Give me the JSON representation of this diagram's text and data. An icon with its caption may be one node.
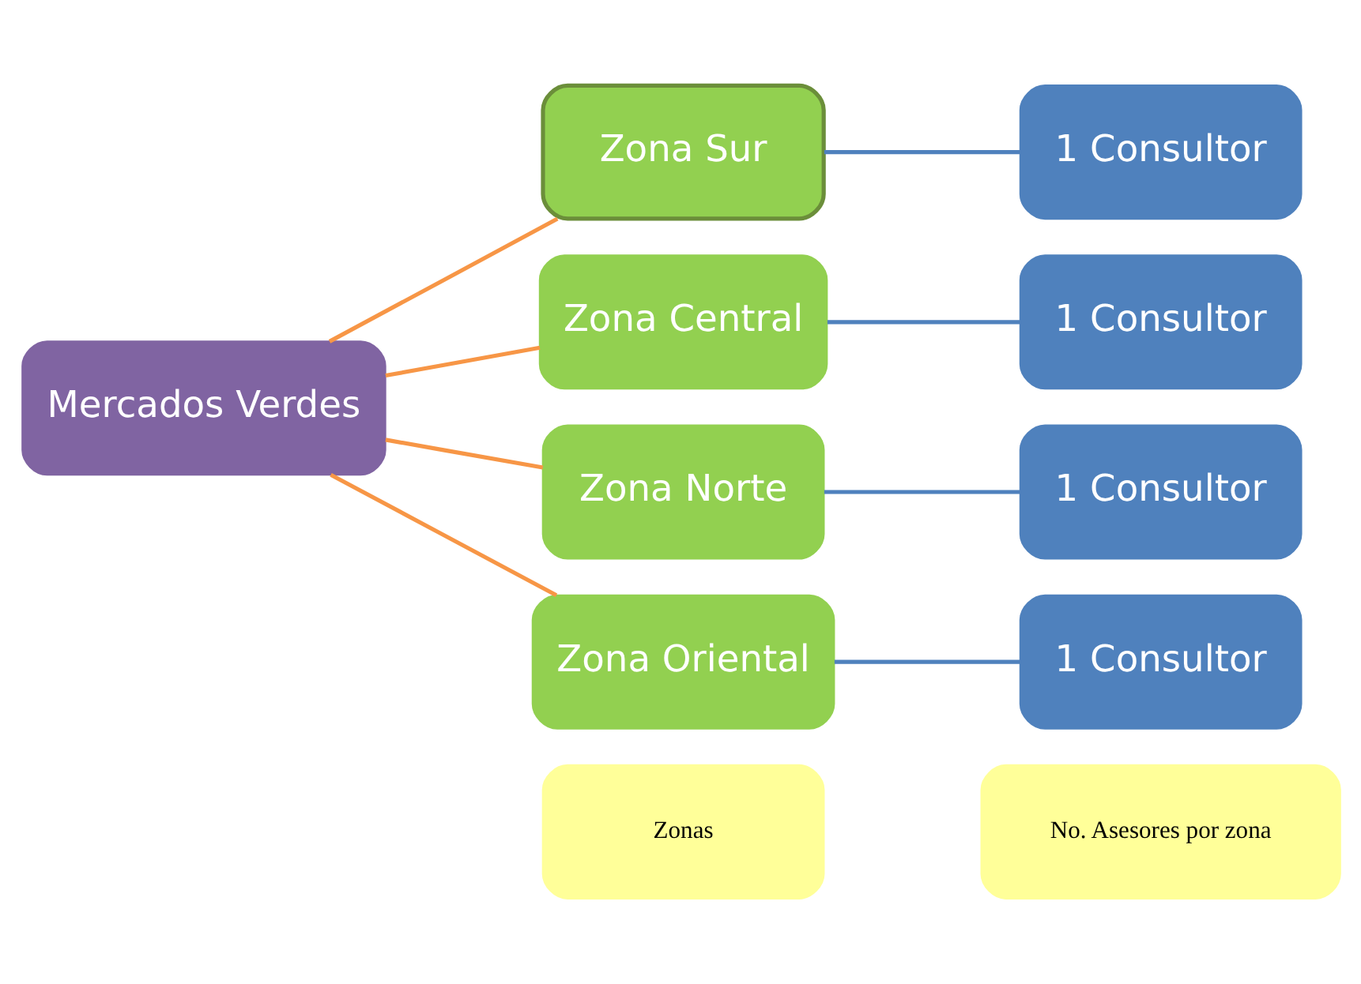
{
  "diagram": {
    "nodes": [
      {
        "text": [
          "Zonas"
        ]
      },
      {
        "text": [
          "No. Asesores por zona"
        ]
      },
      {
        "text": [
          "Mercados Verdes"
        ]
      },
      {
        "text": [
          "Zona Sur"
        ]
      },
      {
        "text": [
          "Zona Central"
        ]
      },
      {
        "text": [
          "Zona Norte"
        ]
      },
      {
        "text": [
          "Zona Oriental"
        ]
      },
      {
        "text": [
          "1 Consultor"
        ]
      },
      {
        "text": [
          "1 Consultor"
        ]
      },
      {
        "text": [
          "1 Consultor"
        ]
      },
      {
        "text": [
          "1 Consultor"
        ]
      }
    ],
    "edges": [
      {
        "from": 2,
        "to": 3,
        "arrow": "none",
        "color": "#f79646"
      },
      {
        "from": 2,
        "to": 4,
        "arrow": "none",
        "color": "#f79646"
      },
      {
        "from": 2,
        "to": 5,
        "arrow": "none",
        "color": "#f79646"
      },
      {
        "from": 2,
        "to": 6,
        "arrow": "none",
        "color": "#f79646"
      },
      {
        "from": 3,
        "to": 7,
        "arrow": "none",
        "color": "#4f81bd"
      },
      {
        "from": 4,
        "to": 8,
        "arrow": "none",
        "color": "#4f81bd"
      },
      {
        "from": 5,
        "to": 9,
        "arrow": "none",
        "color": "#4f81bd"
      },
      {
        "from": 6,
        "to": 10,
        "arrow": "none",
        "color": "#4f81bd"
      }
    ]
  }
}
